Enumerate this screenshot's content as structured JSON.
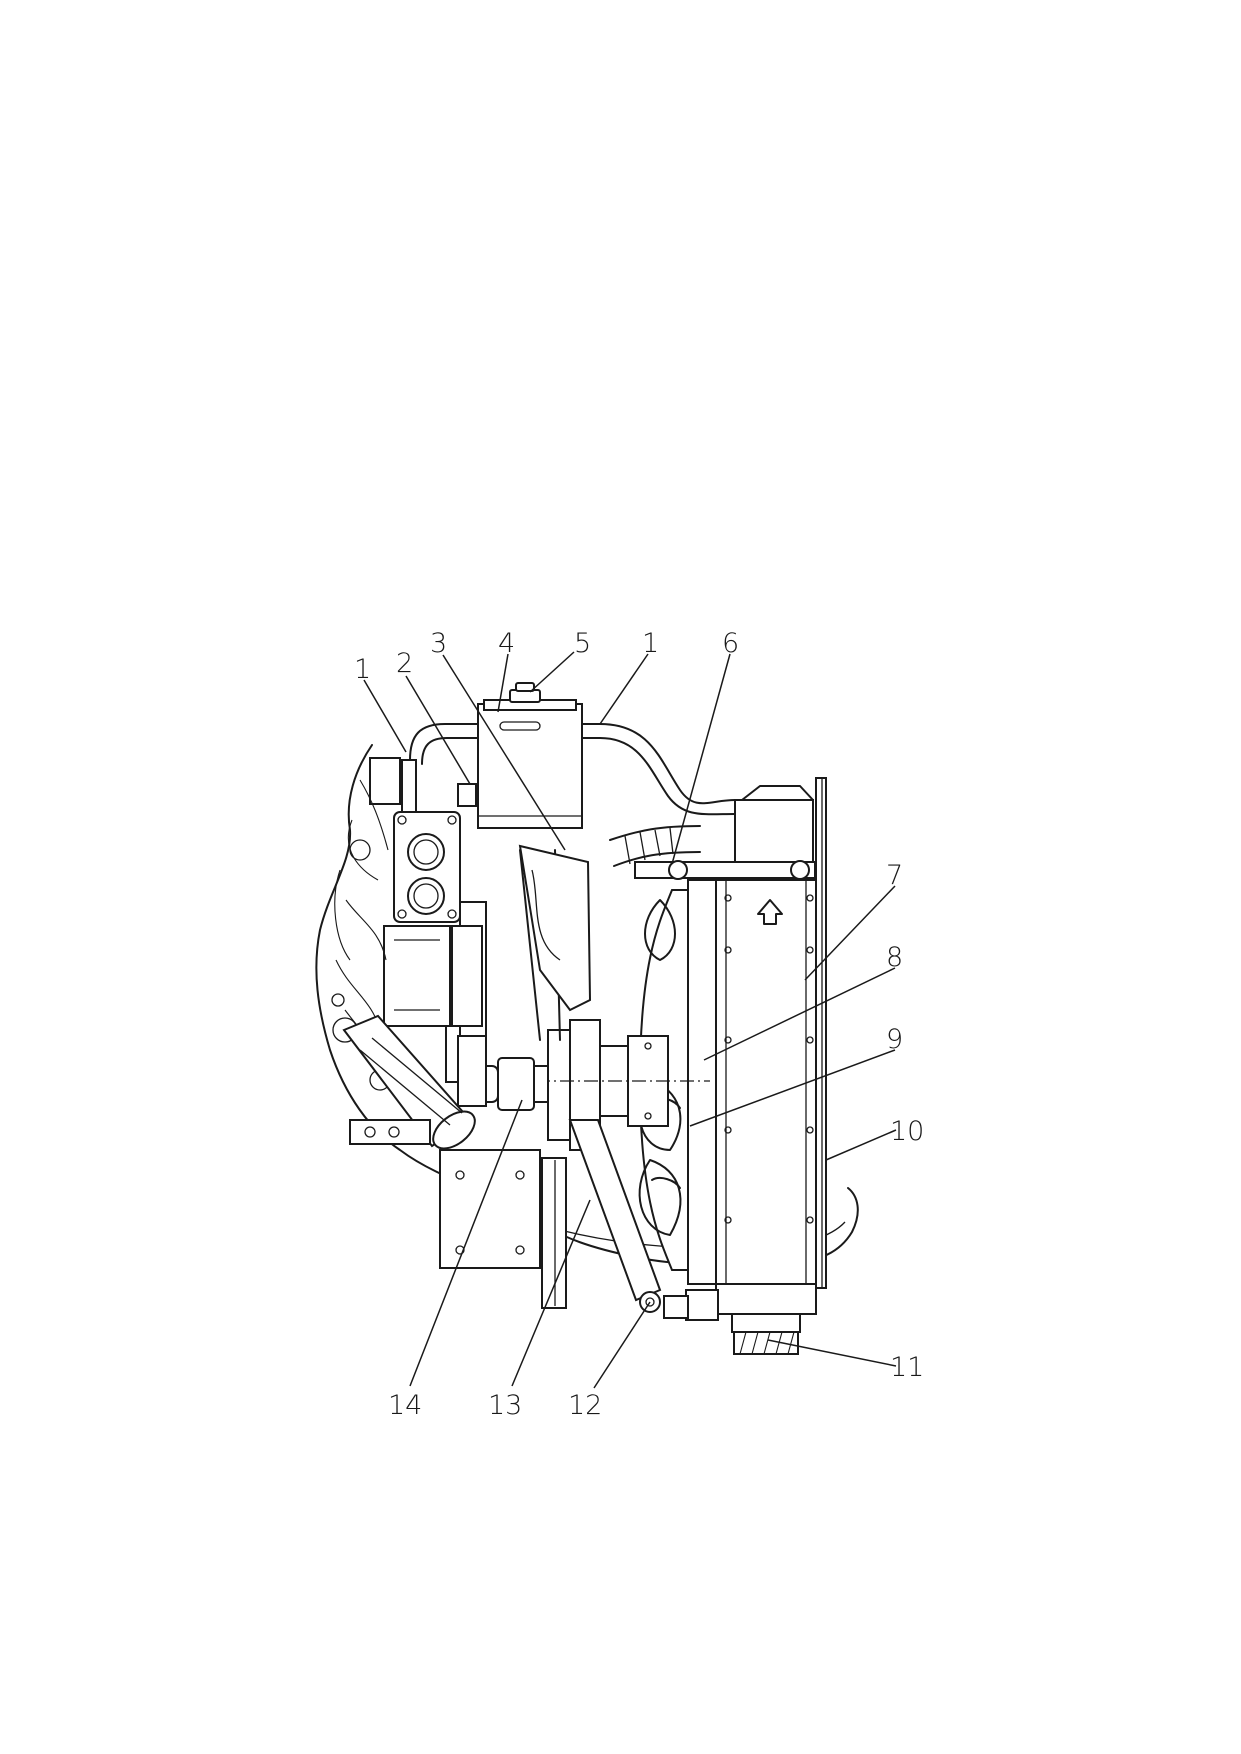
{
  "callouts": [
    {
      "id": "c1a",
      "text": "1"
    },
    {
      "id": "c2",
      "text": "2"
    },
    {
      "id": "c3",
      "text": "3"
    },
    {
      "id": "c4",
      "text": "4"
    },
    {
      "id": "c5",
      "text": "5"
    },
    {
      "id": "c1b",
      "text": "1"
    },
    {
      "id": "c6",
      "text": "6"
    },
    {
      "id": "c7",
      "text": "7"
    },
    {
      "id": "c8",
      "text": "8"
    },
    {
      "id": "c9",
      "text": "9"
    },
    {
      "id": "c10",
      "text": "10"
    },
    {
      "id": "c11",
      "text": "11"
    },
    {
      "id": "c12",
      "text": "12"
    },
    {
      "id": "c13",
      "text": "13"
    },
    {
      "id": "c14",
      "text": "14"
    }
  ]
}
